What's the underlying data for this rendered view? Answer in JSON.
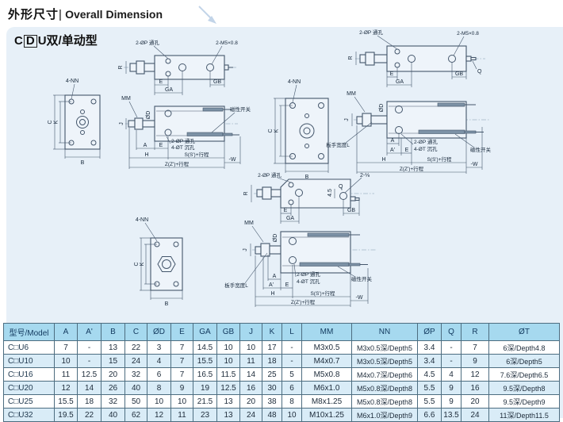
{
  "page": {
    "title_zh": "外形尺寸",
    "title_sep": "|",
    "title_en": "Overall Dimension",
    "section_prefix": "C",
    "section_boxed": "D",
    "section_suffix": "U双/单动型"
  },
  "colors": {
    "panel_bg": "#e7f0f8",
    "table_header_bg": "#a6d9ef",
    "table_row_alt_bg": "#d9ecf7",
    "table_border": "#4d6d80",
    "drawing_line": "#44566b",
    "arrow_accent": "#c2d4e8"
  },
  "drawings": {
    "common": {
      "through_hole": "2-ØP 通孔",
      "front_hole_line1": "2-ØP 通孔",
      "front_hole_line2": "4-ØT 沉孔",
      "nn": "4-NN",
      "mm": "MM",
      "od": "ØD",
      "r": "R",
      "e": "E",
      "ga": "GA",
      "gb": "GB",
      "j": "J",
      "c": "C",
      "k": "K",
      "b": "B",
      "a": "A",
      "a_prime": "A'",
      "h": "H",
      "q": "Q",
      "w": "-W",
      "wrench_width": "板手宽度L",
      "stroke_s": "S(S')+行程",
      "stroke_z": "Z(Z')+行程",
      "magnetic_switch": "磁性开关"
    },
    "group1": {
      "port_label": "2-M5×0.8"
    },
    "group2": {
      "port_label": "2-M5×0.8"
    },
    "group3": {
      "port_label": "2-⅛",
      "dim_4_5": "4.5"
    }
  },
  "table": {
    "headers": [
      "型号/Model",
      "A",
      "A'",
      "B",
      "C",
      "ØD",
      "E",
      "GA",
      "GB",
      "J",
      "K",
      "L",
      "MM",
      "NN",
      "ØP",
      "Q",
      "R",
      "ØT"
    ],
    "rows": [
      [
        "C□U6",
        "7",
        "-",
        "13",
        "22",
        "3",
        "7",
        "14.5",
        "10",
        "10",
        "17",
        "-",
        "M3x0.5",
        "M3x0.5深/Depth5",
        "3.4",
        "-",
        "7",
        "6深/Depth4.8"
      ],
      [
        "C□U10",
        "10",
        "-",
        "15",
        "24",
        "4",
        "7",
        "15.5",
        "10",
        "11",
        "18",
        "-",
        "M4x0.7",
        "M3x0.5深/Depth5",
        "3.4",
        "-",
        "9",
        "6深/Depth5"
      ],
      [
        "C□U16",
        "11",
        "12.5",
        "20",
        "32",
        "6",
        "7",
        "16.5",
        "11.5",
        "14",
        "25",
        "5",
        "M5x0.8",
        "M4x0.7深/Depth6",
        "4.5",
        "4",
        "12",
        "7.6深/Depth6.5"
      ],
      [
        "C□U20",
        "12",
        "14",
        "26",
        "40",
        "8",
        "9",
        "19",
        "12.5",
        "16",
        "30",
        "6",
        "M6x1.0",
        "M5x0.8深/Depth8",
        "5.5",
        "9",
        "16",
        "9.5深/Depth8"
      ],
      [
        "C□U25",
        "15.5",
        "18",
        "32",
        "50",
        "10",
        "10",
        "21.5",
        "13",
        "20",
        "38",
        "8",
        "M8x1.25",
        "M5x0.8深/Depth8",
        "5.5",
        "9",
        "20",
        "9.5深/Depth9"
      ],
      [
        "C□U32",
        "19.5",
        "22",
        "40",
        "62",
        "12",
        "11",
        "23",
        "13",
        "24",
        "48",
        "10",
        "M10x1.25",
        "M6x1.0深/Depth9",
        "6.6",
        "13.5",
        "24",
        "11深/Depth11.5"
      ]
    ]
  }
}
